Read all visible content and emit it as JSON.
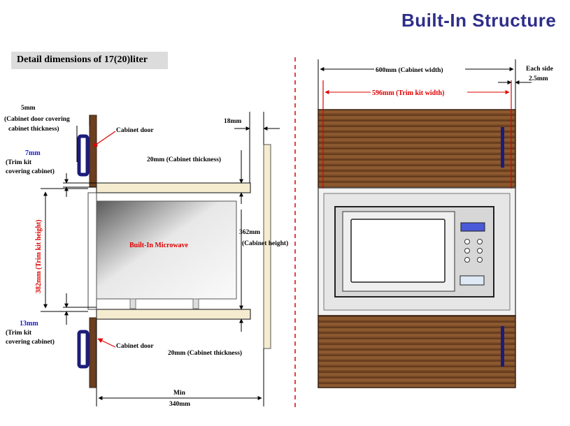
{
  "title": "Built-In  Structure",
  "subtitle": "Detail dimensions of 17(20)liter",
  "labels": {
    "cab_door_thickness_top": "5mm",
    "cab_door_thickness_desc1": "(Cabinet door covering",
    "cab_door_thickness_desc2": "cabinet thickness)",
    "cab_door_top": "Cabinet door",
    "trim_top_val": "7mm",
    "trim_top_desc1": "(Trim kit",
    "trim_top_desc2": "covering cabinet)",
    "gap_18": "18mm",
    "cab_thickness_top": "20mm (Cabinet thickness)",
    "microwave": "Built-In Microwave",
    "cab_height_val": "362mm",
    "cab_height_desc": "(Cabinet height)",
    "trim_height": "382mm (Trim kit height)",
    "trim_bottom_val": "13mm",
    "trim_bottom_desc1": "(Trim kit",
    "trim_bottom_desc2": "covering cabinet)",
    "cab_door_bottom": "Cabinet door",
    "cab_thickness_bottom": "20mm (Cabinet thickness)",
    "min_label": "Min",
    "min_val": "340mm",
    "cab_width": "600mm (Cabinet width)",
    "trim_width": "596mm (Trim kit width)",
    "each_side1": "Each side",
    "each_side2": "2.5mm"
  },
  "colors": {
    "title": "#2e2e8a",
    "wood": "#7a4a26",
    "dimension_red": "#e00000",
    "blue_label": "#1a1ad0",
    "handle": "#1c1c7a"
  }
}
